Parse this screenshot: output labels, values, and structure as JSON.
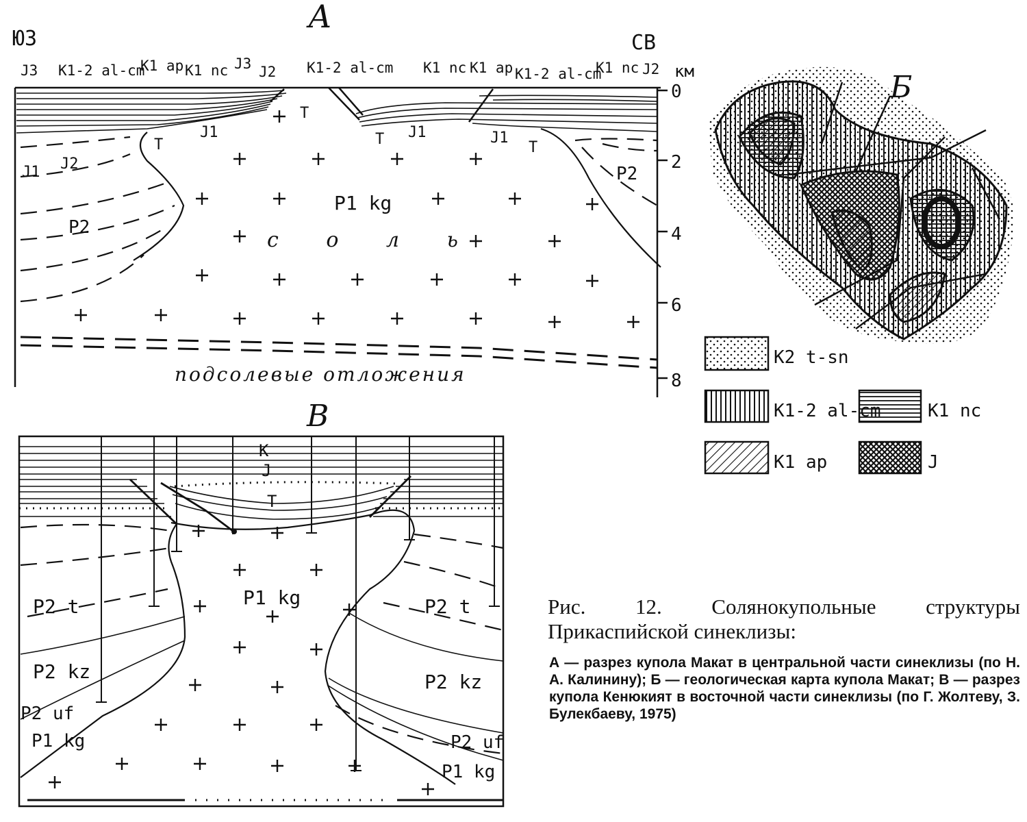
{
  "panel_a": {
    "letter": "А",
    "left_dir": "ЮЗ",
    "right_dir": "СВ",
    "scale_unit": "км",
    "scale_ticks": [
      "0",
      "2",
      "4",
      "6",
      "8"
    ],
    "top_labels": [
      "J3",
      "K1-2 al-cm",
      "K1 ap",
      "K1 nc",
      "J3",
      "J2",
      "K1-2 al-cm",
      "K1 nc",
      "K1 ap",
      "K1-2 al-cm",
      "K1 nc",
      "J2"
    ],
    "inner_labels": [
      "T",
      "T",
      "T",
      "T",
      "J1",
      "J1",
      "J1",
      "J1",
      "J2",
      "P2",
      "P2",
      "P1 kg"
    ],
    "salt_word": "с о л ь",
    "subsalt": "подсолевые отложения"
  },
  "panel_b": {
    "letter": "Б",
    "legend": [
      {
        "pattern": "dots",
        "label": "K2 t-sn"
      },
      {
        "pattern": "vertical",
        "label": "K1-2 al-cm"
      },
      {
        "pattern": "horizontal",
        "label": "K1 nc"
      },
      {
        "pattern": "diagonal",
        "label": "K1 ap"
      },
      {
        "pattern": "cross",
        "label": "J"
      }
    ]
  },
  "panel_v": {
    "letter": "В",
    "labels": [
      "K",
      "J",
      "T",
      "P1 kg",
      "P2 t",
      "P2 t",
      "P2 kz",
      "P2 kz",
      "P2 uf",
      "P2 uf",
      "P1 kg",
      "P1 kg"
    ]
  },
  "caption": {
    "title": "Рис. 12. Солянокупольные структуры Прикаспийской синеклизы:",
    "body": "А — разрез купола Макат в центральной части синеклизы (по Н. А. Калинину); Б — геологическая карта купола Макат; В — разрез купола Кенюкият в восточной части синеклизы (по Г. Жолтеву, З. Булекбаеву, 1975)"
  }
}
